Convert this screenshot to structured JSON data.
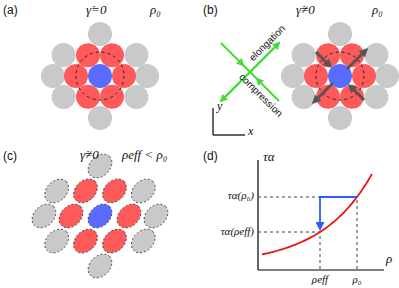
{
  "diagram": {
    "labels": [
      "(a)",
      "γ̇=0",
      "ρ₀",
      "(b)",
      "γ̇≠0",
      "ρ₀",
      "elongation",
      "compression",
      "y",
      "x",
      "(c)",
      "γ̇≠0",
      "ρeff < ρ₀",
      "(d)",
      "τα",
      "ρ",
      "τα(ρ₀)",
      "τα(ρeff)",
      "ρeff",
      "ρ₀"
    ]
  }
}
